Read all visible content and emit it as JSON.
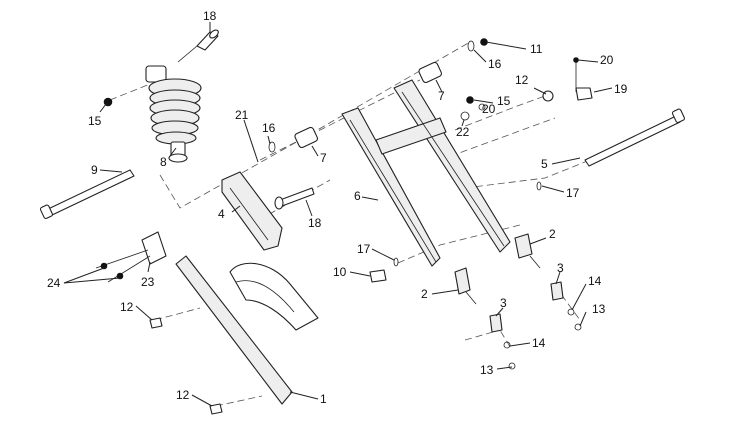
{
  "callouts": [
    {
      "id": "c18a",
      "text": "18"
    },
    {
      "id": "c15a",
      "text": "15"
    },
    {
      "id": "c8",
      "text": "8"
    },
    {
      "id": "c21",
      "text": "21"
    },
    {
      "id": "c16a",
      "text": "16"
    },
    {
      "id": "c7a",
      "text": "7"
    },
    {
      "id": "c9",
      "text": "9"
    },
    {
      "id": "c4",
      "text": "4"
    },
    {
      "id": "c18b",
      "text": "18"
    },
    {
      "id": "c6",
      "text": "6"
    },
    {
      "id": "c11",
      "text": "11"
    },
    {
      "id": "c16b",
      "text": "16"
    },
    {
      "id": "c12a",
      "text": "12"
    },
    {
      "id": "c7b",
      "text": "7"
    },
    {
      "id": "c15b",
      "text": "15"
    },
    {
      "id": "c20a",
      "text": "20"
    },
    {
      "id": "c22",
      "text": "22"
    },
    {
      "id": "c20b",
      "text": "20"
    },
    {
      "id": "c19",
      "text": "19"
    },
    {
      "id": "c5",
      "text": "5"
    },
    {
      "id": "c17a",
      "text": "17"
    },
    {
      "id": "c17b",
      "text": "17"
    },
    {
      "id": "c10",
      "text": "10"
    },
    {
      "id": "c2a",
      "text": "2"
    },
    {
      "id": "c2b",
      "text": "2"
    },
    {
      "id": "c3a",
      "text": "3"
    },
    {
      "id": "c3b",
      "text": "3"
    },
    {
      "id": "c14a",
      "text": "14"
    },
    {
      "id": "c14b",
      "text": "14"
    },
    {
      "id": "c13a",
      "text": "13"
    },
    {
      "id": "c13b",
      "text": "13"
    },
    {
      "id": "c24",
      "text": "24"
    },
    {
      "id": "c23",
      "text": "23"
    },
    {
      "id": "c12b",
      "text": "12"
    },
    {
      "id": "c12c",
      "text": "12"
    },
    {
      "id": "c1",
      "text": "1"
    }
  ]
}
